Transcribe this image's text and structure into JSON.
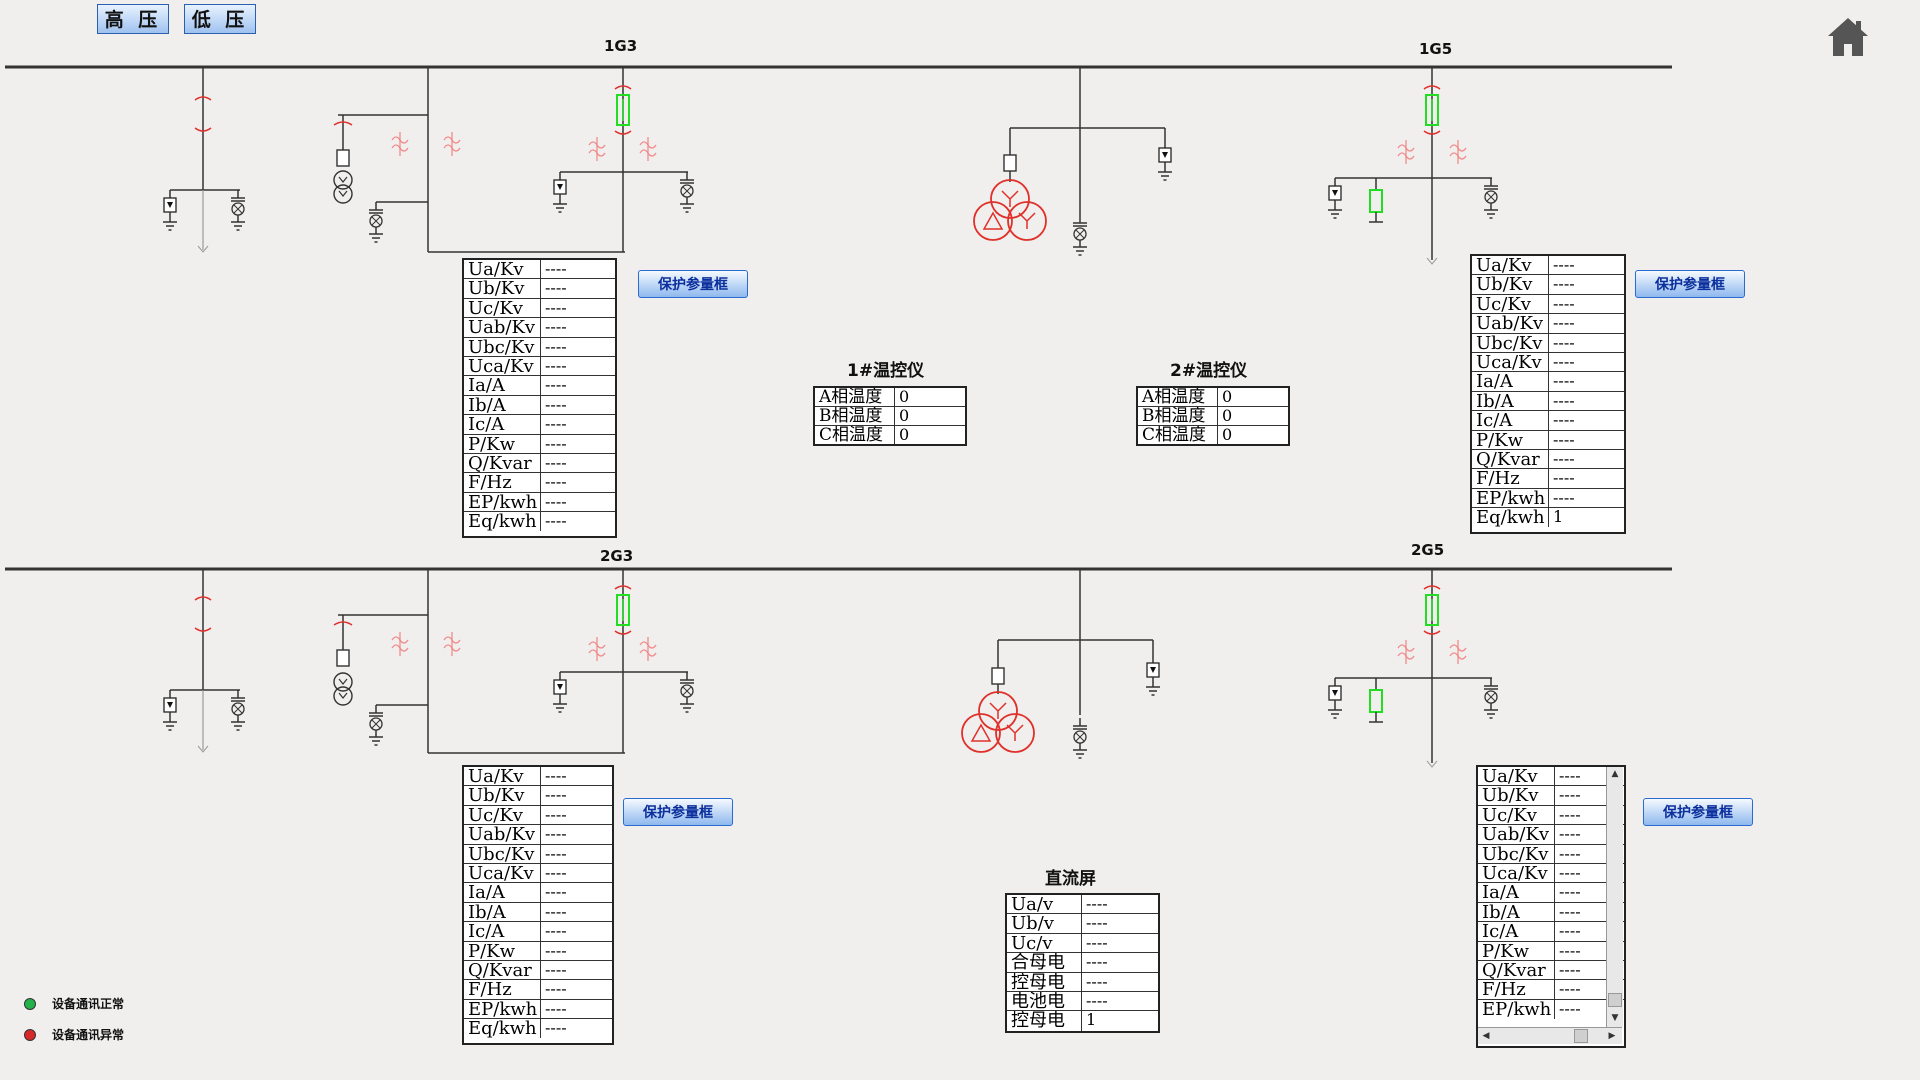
{
  "tabs": [
    "高 压",
    "低 压"
  ],
  "bays": {
    "b1g3": "1G3",
    "b1g5": "1G5",
    "b2g3": "2G3",
    "b2g5": "2G5"
  },
  "protect_button": "保护参量框",
  "temp1": {
    "title": "1#温控仪",
    "rows": [
      {
        "k": "A相温度",
        "v": "0"
      },
      {
        "k": "B相温度",
        "v": "0"
      },
      {
        "k": "C相温度",
        "v": "0"
      }
    ]
  },
  "temp2": {
    "title": "2#温控仪",
    "rows": [
      {
        "k": "A相温度",
        "v": "0"
      },
      {
        "k": "B相温度",
        "v": "0"
      },
      {
        "k": "C相温度",
        "v": "0"
      }
    ]
  },
  "meter_1g3": [
    {
      "k": "Ua/Kv",
      "v": "----"
    },
    {
      "k": "Ub/Kv",
      "v": "----"
    },
    {
      "k": "Uc/Kv",
      "v": "----"
    },
    {
      "k": "Uab/Kv",
      "v": "----"
    },
    {
      "k": "Ubc/Kv",
      "v": "----"
    },
    {
      "k": "Uca/Kv",
      "v": "----"
    },
    {
      "k": "Ia/A",
      "v": "----"
    },
    {
      "k": "Ib/A",
      "v": "----"
    },
    {
      "k": "Ic/A",
      "v": "----"
    },
    {
      "k": "P/Kw",
      "v": "----"
    },
    {
      "k": "Q/Kvar",
      "v": "----"
    },
    {
      "k": "F/Hz",
      "v": "----"
    },
    {
      "k": "EP/kwh",
      "v": "----"
    },
    {
      "k": "Eq/kwh",
      "v": "----"
    }
  ],
  "meter_1g5": [
    {
      "k": "Ua/Kv",
      "v": "----"
    },
    {
      "k": "Ub/Kv",
      "v": "----"
    },
    {
      "k": "Uc/Kv",
      "v": "----"
    },
    {
      "k": "Uab/Kv",
      "v": "----"
    },
    {
      "k": "Ubc/Kv",
      "v": "----"
    },
    {
      "k": "Uca/Kv",
      "v": "----"
    },
    {
      "k": "Ia/A",
      "v": "----"
    },
    {
      "k": "Ib/A",
      "v": "----"
    },
    {
      "k": "Ic/A",
      "v": "----"
    },
    {
      "k": "P/Kw",
      "v": "----"
    },
    {
      "k": "Q/Kvar",
      "v": "----"
    },
    {
      "k": "F/Hz",
      "v": "----"
    },
    {
      "k": "EP/kwh",
      "v": "----"
    },
    {
      "k": "Eq/kwh",
      "v": "1"
    }
  ],
  "meter_2g3": [
    {
      "k": "Ua/Kv",
      "v": "----"
    },
    {
      "k": "Ub/Kv",
      "v": "----"
    },
    {
      "k": "Uc/Kv",
      "v": "----"
    },
    {
      "k": "Uab/Kv",
      "v": "----"
    },
    {
      "k": "Ubc/Kv",
      "v": "----"
    },
    {
      "k": "Uca/Kv",
      "v": "----"
    },
    {
      "k": "Ia/A",
      "v": "----"
    },
    {
      "k": "Ib/A",
      "v": "----"
    },
    {
      "k": "Ic/A",
      "v": "----"
    },
    {
      "k": "P/Kw",
      "v": "----"
    },
    {
      "k": "Q/Kvar",
      "v": "----"
    },
    {
      "k": "F/Hz",
      "v": "----"
    },
    {
      "k": "EP/kwh",
      "v": "----"
    },
    {
      "k": "Eq/kwh",
      "v": "----"
    }
  ],
  "meter_2g5": [
    {
      "k": "Ua/Kv",
      "v": "----"
    },
    {
      "k": "Ub/Kv",
      "v": "----"
    },
    {
      "k": "Uc/Kv",
      "v": "----"
    },
    {
      "k": "Uab/Kv",
      "v": "----"
    },
    {
      "k": "Ubc/Kv",
      "v": "----"
    },
    {
      "k": "Uca/Kv",
      "v": "----"
    },
    {
      "k": "Ia/A",
      "v": "----"
    },
    {
      "k": "Ib/A",
      "v": "----"
    },
    {
      "k": "Ic/A",
      "v": "----"
    },
    {
      "k": "P/Kw",
      "v": "----"
    },
    {
      "k": "Q/Kvar",
      "v": "----"
    },
    {
      "k": "F/Hz",
      "v": "----"
    },
    {
      "k": "EP/kwh",
      "v": "----"
    }
  ],
  "dc": {
    "title": "直流屏",
    "rows": [
      {
        "k": "Ua/v",
        "v": "----"
      },
      {
        "k": "Ub/v",
        "v": "----"
      },
      {
        "k": "Uc/v",
        "v": "----"
      },
      {
        "k": "合母电",
        "v": "----"
      },
      {
        "k": "控母电",
        "v": "----"
      },
      {
        "k": "电池电",
        "v": "----"
      },
      {
        "k": "控母电",
        "v": "1"
      }
    ]
  },
  "legend": {
    "ok": "设备通讯正常",
    "err": "设备通讯异常"
  },
  "colors": {
    "line": "#333333",
    "device_red": "#e0302a",
    "breaker_green": "#22dd22",
    "pt_pink": "#f08a8a",
    "status_ok": "#21b24a",
    "status_err": "#d62828"
  }
}
